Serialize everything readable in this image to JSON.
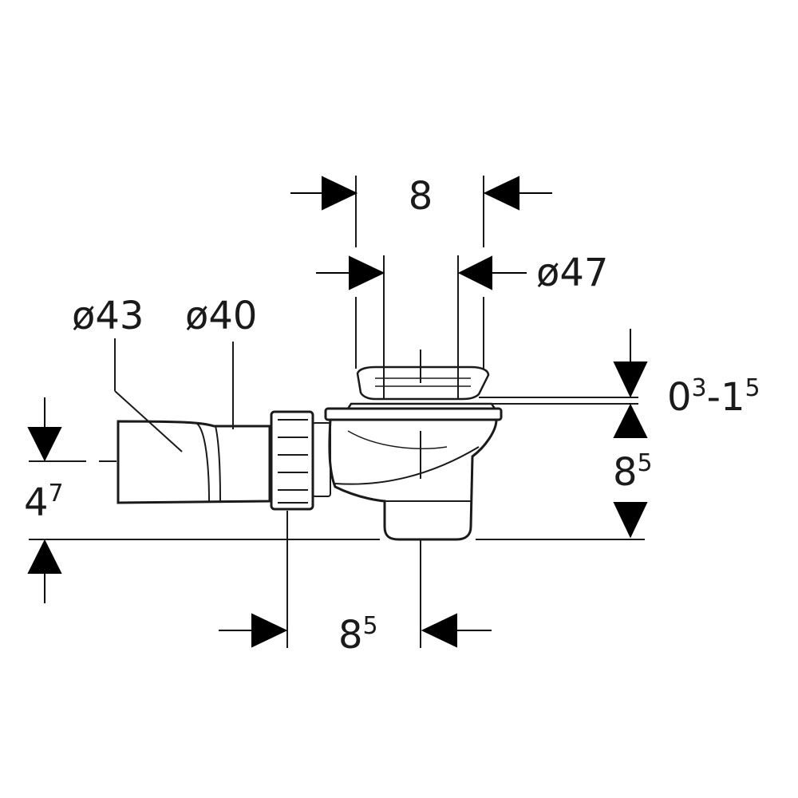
{
  "dimensions": {
    "top_width": "8",
    "grate_diameter": "ø47",
    "pipe_outer_diameter": "ø43",
    "pipe_inner_diameter": "ø40",
    "grate_offset": {
      "base": "0",
      "sup1": "3",
      "dash": "-",
      "base2": "1",
      "sup2": "5"
    },
    "body_height": {
      "base": "8",
      "sup": "5"
    },
    "pipe_height": {
      "base": "4",
      "sup": "7"
    },
    "horizontal_offset": {
      "base": "8",
      "sup": "5"
    }
  },
  "colors": {
    "line": "#1a1a1a",
    "arrow": "#000000",
    "background": "#ffffff"
  }
}
